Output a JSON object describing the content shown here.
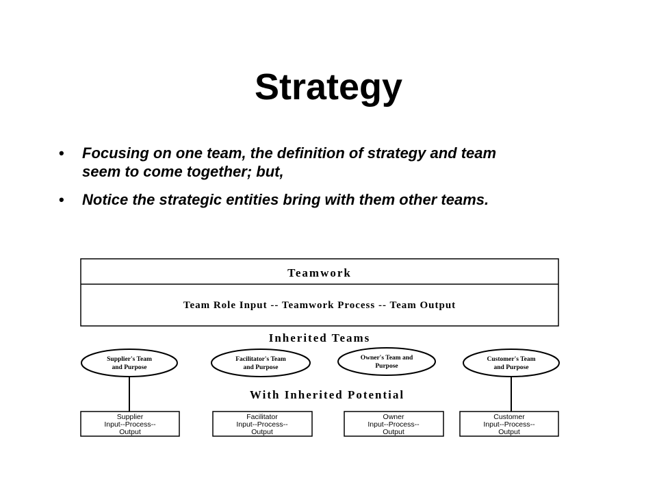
{
  "slide": {
    "title": "Strategy",
    "bullets": [
      {
        "marker": "•",
        "line1": "Focusing on one team, the definition of strategy and team",
        "line2": "seem to come together; but,"
      },
      {
        "marker": "•",
        "line1": "Notice the strategic entities bring with them other teams.",
        "line2": ""
      }
    ]
  },
  "diagram": {
    "teamwork_header": "Teamwork",
    "teamwork_body": "Team Role Input -- Teamwork Process -- Team Output",
    "inherited_teams_label": "Inherited Teams",
    "inherited_potential_label": "With Inherited Potential",
    "ovals": [
      {
        "line1": "Supplier's Team",
        "line2": "and Purpose"
      },
      {
        "line1": "Facilitator's Team",
        "line2": "and Purpose"
      },
      {
        "line1": "Owner's Team and",
        "line2": "Purpose"
      },
      {
        "line1": "Customer's Team",
        "line2": "and Purpose"
      }
    ],
    "boxes": [
      {
        "line1": "Supplier",
        "line2": "Input--Process--",
        "line3": "Output"
      },
      {
        "line1": "Facilitator",
        "line2": "Input--Process--",
        "line3": "Output"
      },
      {
        "line1": "Owner",
        "line2": "Input--Process--",
        "line3": "Output"
      },
      {
        "line1": "Customer",
        "line2": "Input--Process--",
        "line3": "Output"
      }
    ]
  }
}
